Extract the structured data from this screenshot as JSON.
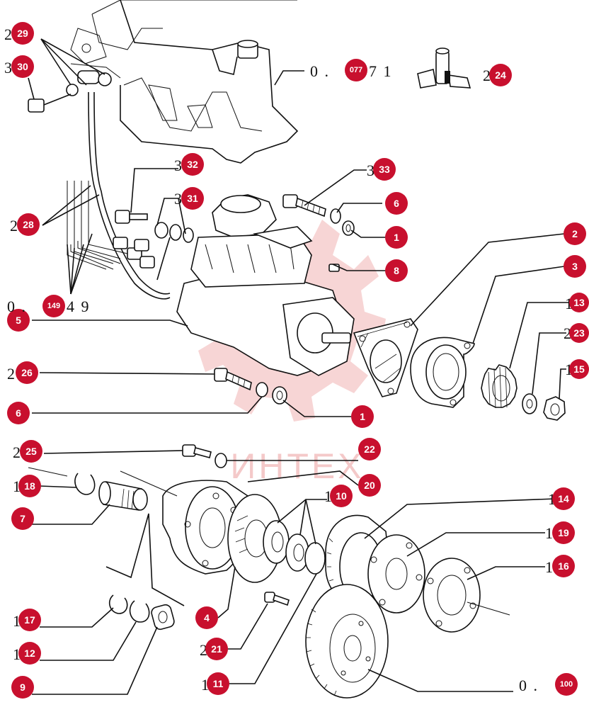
{
  "watermark": {
    "text": "ИНТЕХ",
    "color": "#e88a8a"
  },
  "colors": {
    "badge": "#c8102e",
    "line": "#111111",
    "badge_text": "#ffffff"
  },
  "callouts": [
    {
      "id": "29",
      "prefix": "2"
    },
    {
      "id": "30",
      "prefix": "3"
    },
    {
      "id": "32",
      "prefix": "3"
    },
    {
      "id": "31",
      "prefix": "3"
    },
    {
      "id": "33",
      "prefix": "3"
    },
    {
      "id": "28",
      "prefix": "2"
    },
    {
      "id": "24",
      "prefix": "2"
    },
    {
      "id": "6",
      "prefix": ""
    },
    {
      "id": "1",
      "prefix": ""
    },
    {
      "id": "8",
      "prefix": ""
    },
    {
      "id": "2",
      "prefix": ""
    },
    {
      "id": "3",
      "prefix": ""
    },
    {
      "id": "13",
      "prefix": "1"
    },
    {
      "id": "23",
      "prefix": "2"
    },
    {
      "id": "15",
      "prefix": "1"
    },
    {
      "id": "5",
      "prefix": ""
    },
    {
      "id": "26",
      "prefix": "2"
    },
    {
      "id": "6",
      "prefix": ""
    },
    {
      "id": "1",
      "prefix": ""
    },
    {
      "id": "25",
      "prefix": "2"
    },
    {
      "id": "22",
      "prefix": ""
    },
    {
      "id": "20",
      "prefix": ""
    },
    {
      "id": "18",
      "prefix": "1"
    },
    {
      "id": "10",
      "prefix": "1"
    },
    {
      "id": "7",
      "prefix": ""
    },
    {
      "id": "14",
      "prefix": "1"
    },
    {
      "id": "19",
      "prefix": "1"
    },
    {
      "id": "16",
      "prefix": "1"
    },
    {
      "id": "4",
      "prefix": ""
    },
    {
      "id": "17",
      "prefix": "1"
    },
    {
      "id": "12",
      "prefix": "1"
    },
    {
      "id": "21",
      "prefix": "2"
    },
    {
      "id": "9",
      "prefix": ""
    },
    {
      "id": "11",
      "prefix": "1"
    }
  ],
  "references": [
    {
      "lead": "0 .",
      "badge": "077",
      "tail": "7 1"
    },
    {
      "lead": "0 .",
      "badge": "149",
      "tail": "4 9"
    },
    {
      "lead": "0 .",
      "badge": "100",
      "tail": ""
    }
  ]
}
